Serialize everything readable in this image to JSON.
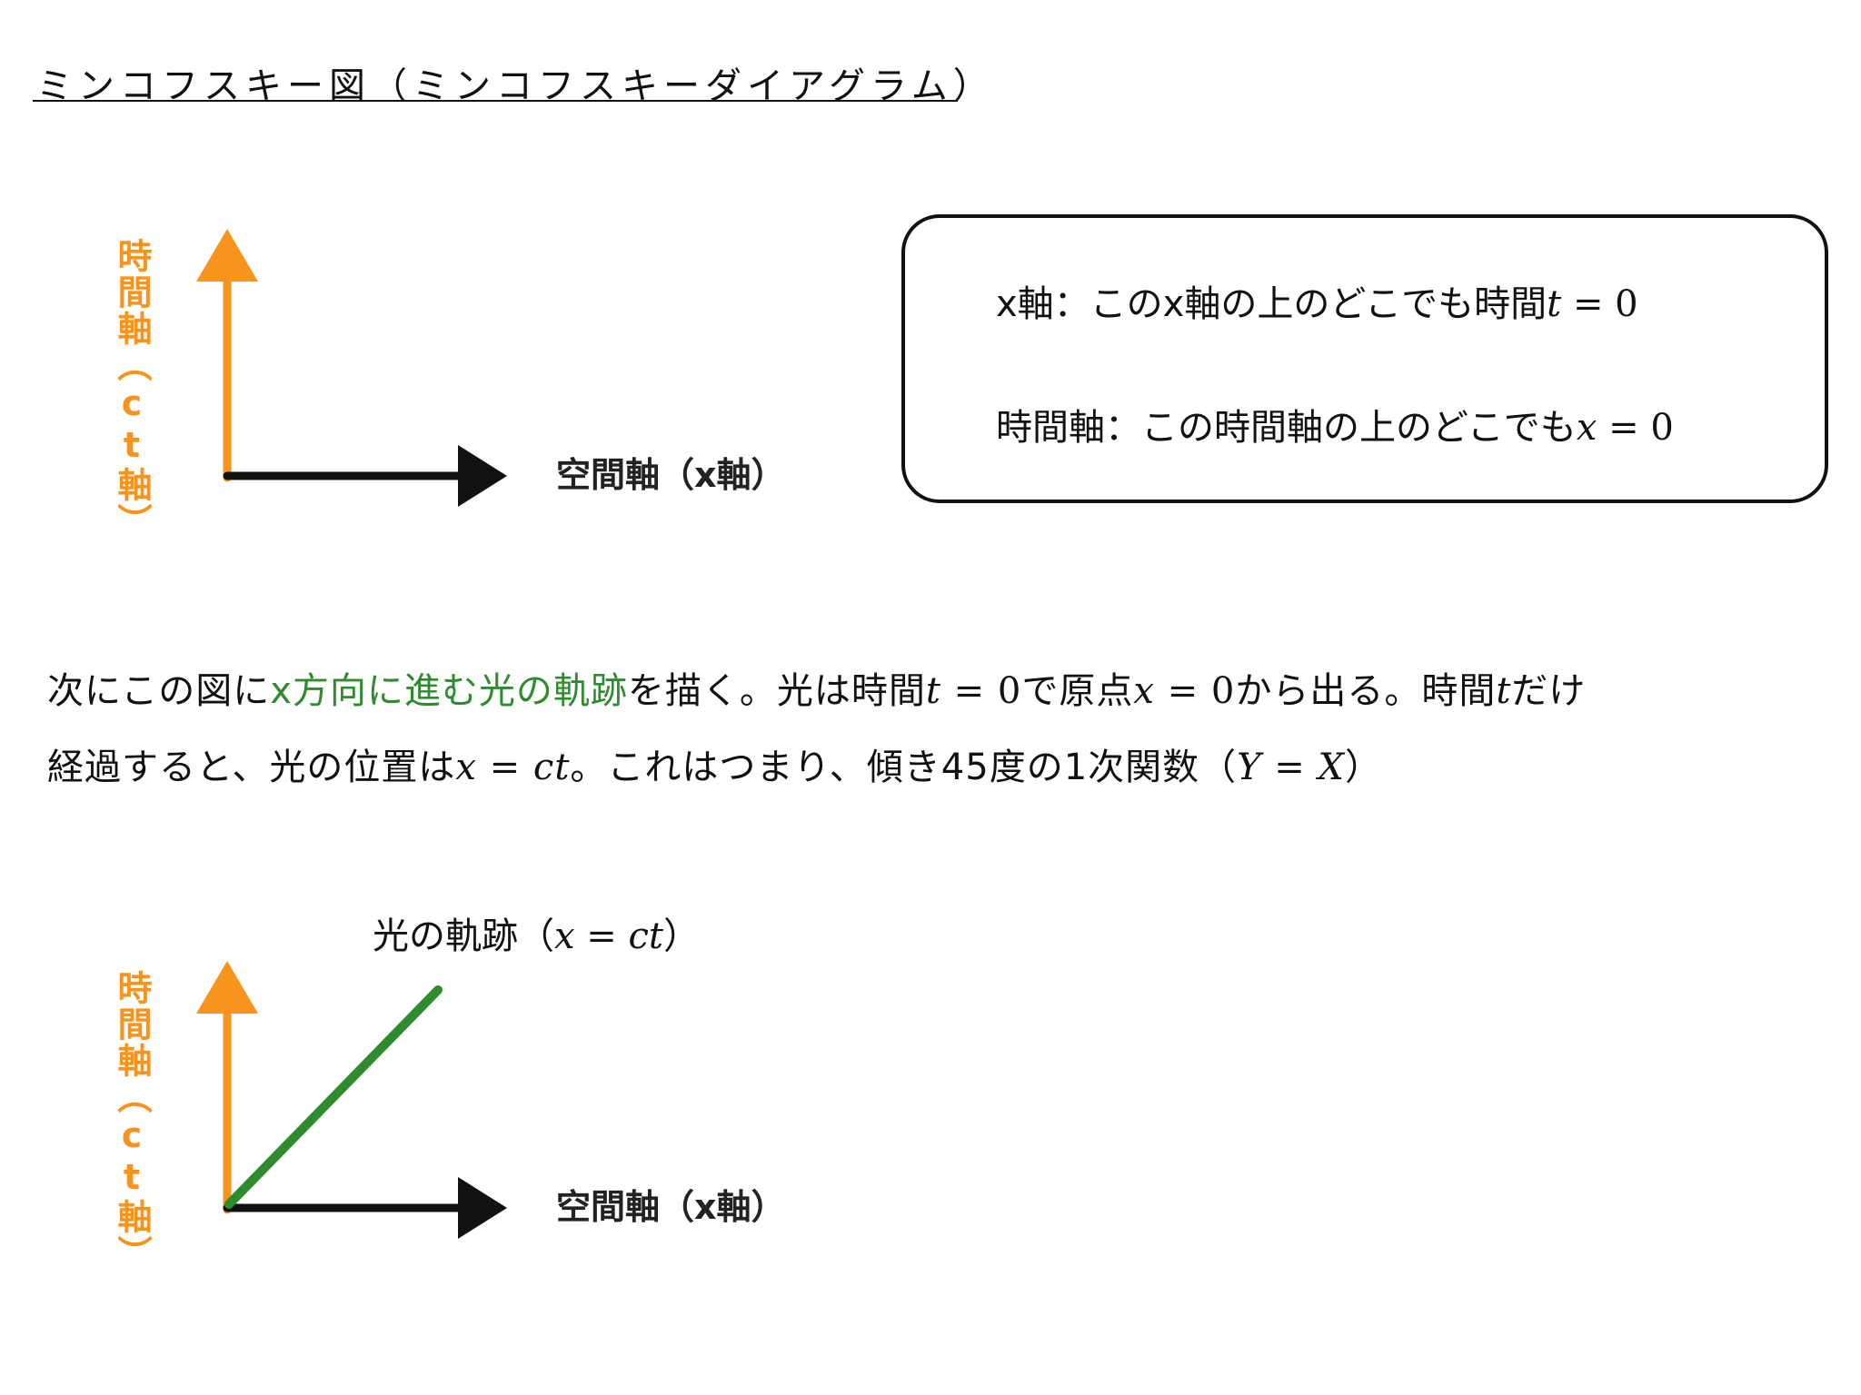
{
  "title": "ミンコフスキー図（ミンコフスキーダイアグラム）",
  "diagram1": {
    "time_axis_label": "時間軸（ct軸）",
    "space_axis_label": "空間軸（x軸）"
  },
  "info_box": {
    "line1_text": "x軸：このx軸の上のどこでも時間",
    "line1_var": "t",
    "line1_eq": " = 0",
    "line2_text": "時間軸：この時間軸の上のどこでも",
    "line2_var": "x",
    "line2_eq": " = 0"
  },
  "paragraph": {
    "l1_a": "次にこの図に",
    "l1_green": "x方向に進む光の軌跡",
    "l1_b": "を描く。光は時間",
    "l1_t": "t",
    "l1_eq1": " = 0",
    "l1_c": "で原点",
    "l1_x": "x",
    "l1_eq2": " = 0",
    "l1_d": "から出る。時間",
    "l1_t2": "t",
    "l1_e": "だけ",
    "l2_a": "経過すると、光の位置は",
    "l2_x": "x",
    "l2_eq": " = ",
    "l2_ct": "ct",
    "l2_b": "。これはつまり、傾き45度の1次関数（",
    "l2_Y": "Y",
    "l2_eq2": " = ",
    "l2_X": "X",
    "l2_c": "）"
  },
  "diagram2": {
    "light_label_text": "光の軌跡（",
    "light_label_x": "x",
    "light_label_eq": " = ",
    "light_label_ct": "ct",
    "light_label_close": "）",
    "time_axis_label": "時間軸（ct軸）",
    "space_axis_label": "空間軸（x軸）"
  },
  "colors": {
    "time_axis": "#F7941D",
    "space_axis": "#111111",
    "light_path": "#2E8B2E"
  }
}
